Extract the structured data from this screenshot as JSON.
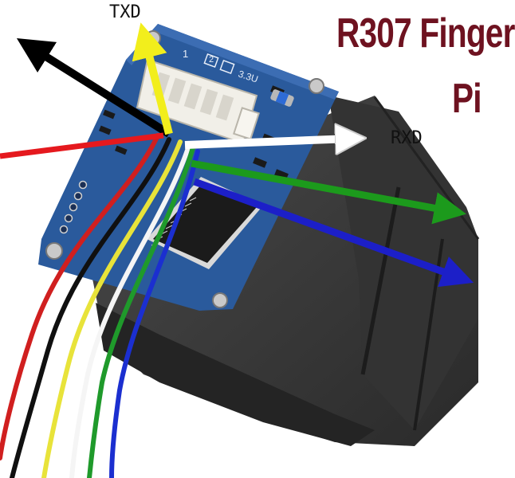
{
  "title": {
    "line1": "R307 Finger",
    "line2": "Pi"
  },
  "labels": {
    "txd": "TXD",
    "rxd": "RXD"
  },
  "board": {
    "silkscreen_1": "1",
    "silkscreen_2": "2",
    "voltage": "3.3U"
  },
  "colors": {
    "title": "#6e1220",
    "board": "#2a5a9c",
    "housing": "#3b3b3b",
    "arrow_black": "#000000",
    "arrow_yellow": "#f2ee1c",
    "arrow_red": "#e5191e",
    "arrow_white": "#ffffff",
    "arrow_green": "#1c9a1c",
    "arrow_blue": "#1c1fc8"
  }
}
